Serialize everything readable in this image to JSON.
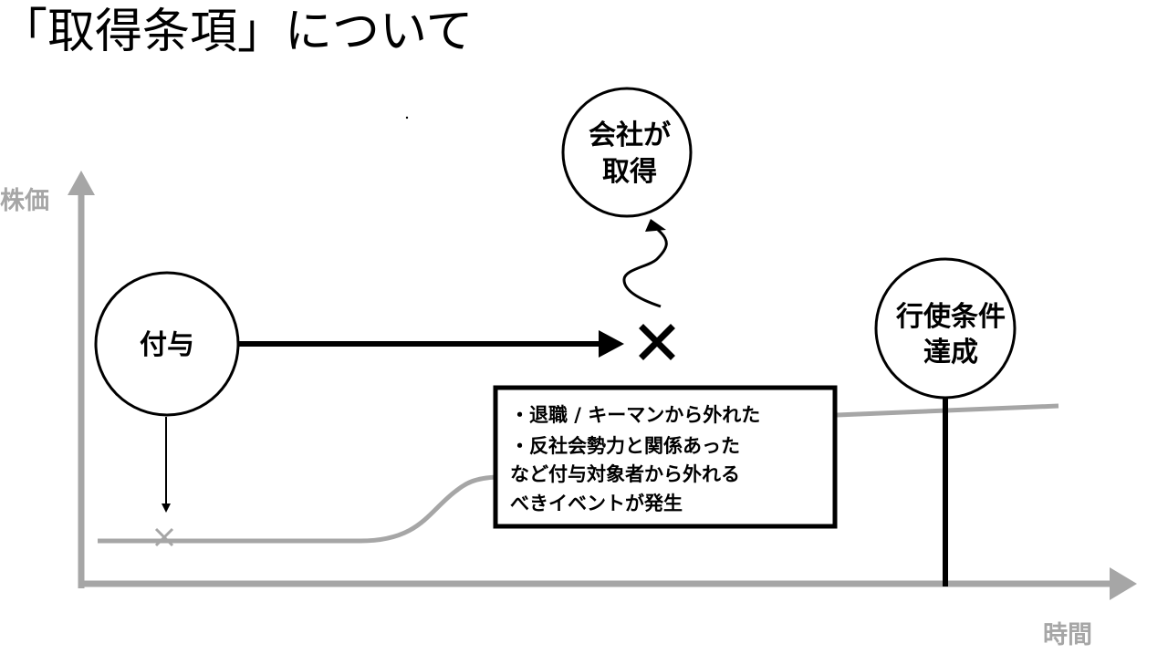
{
  "title": "「取得条項」について",
  "axes": {
    "y_label": "株価",
    "x_label": "時間"
  },
  "events": {
    "grant": {
      "label": "付与"
    },
    "company_acquire": {
      "line1": "会社が",
      "line2": "取得"
    },
    "exercise": {
      "line1": "行使条件",
      "line2": "達成"
    }
  },
  "note_box": {
    "lines": [
      "・退職 / キーマンから外れた",
      "・反社会勢力と関係あった",
      "など付与対象者から外れる",
      "べきイベントが発生"
    ]
  },
  "colors": {
    "axis": "#a6a6a6",
    "price_line": "#a6a6a6",
    "ink": "#000000"
  },
  "icons": {
    "cancel_mark": "x-mark-icon"
  }
}
